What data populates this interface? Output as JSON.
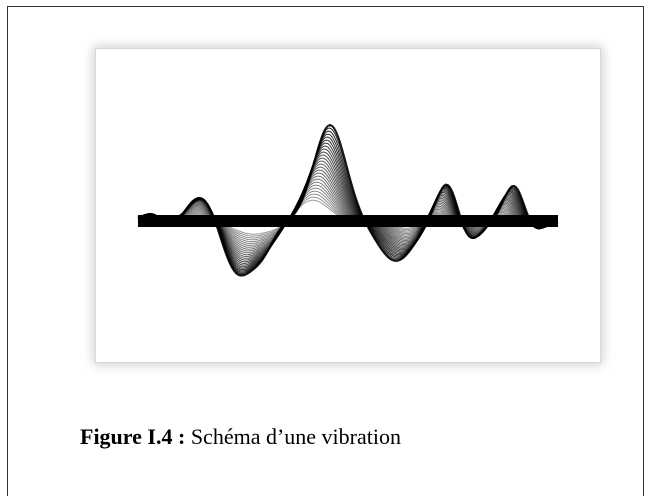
{
  "figure": {
    "label": "Figure I.4 :",
    "caption": " Schéma d’une vibration",
    "image": "vibration-waveform-schematic"
  }
}
